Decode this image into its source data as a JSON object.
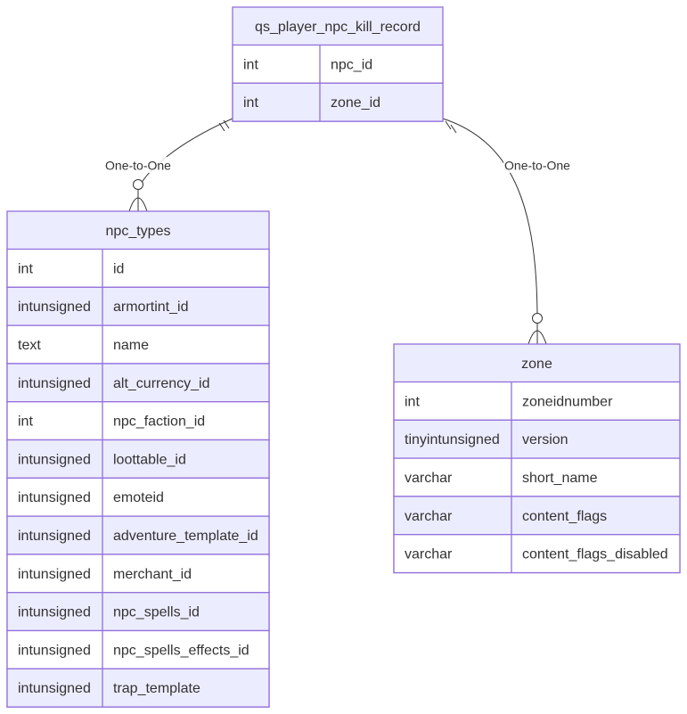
{
  "entities": [
    {
      "id": "qs_player_npc_kill_record",
      "name": "qs_player_npc_kill_record",
      "attributes": [
        {
          "type": "int",
          "name": "npc_id"
        },
        {
          "type": "int",
          "name": "zone_id"
        }
      ]
    },
    {
      "id": "npc_types",
      "name": "npc_types",
      "attributes": [
        {
          "type": "int",
          "name": "id"
        },
        {
          "type": "intunsigned",
          "name": "armortint_id"
        },
        {
          "type": "text",
          "name": "name"
        },
        {
          "type": "intunsigned",
          "name": "alt_currency_id"
        },
        {
          "type": "int",
          "name": "npc_faction_id"
        },
        {
          "type": "intunsigned",
          "name": "loottable_id"
        },
        {
          "type": "intunsigned",
          "name": "emoteid"
        },
        {
          "type": "intunsigned",
          "name": "adventure_template_id"
        },
        {
          "type": "intunsigned",
          "name": "merchant_id"
        },
        {
          "type": "intunsigned",
          "name": "npc_spells_id"
        },
        {
          "type": "intunsigned",
          "name": "npc_spells_effects_id"
        },
        {
          "type": "intunsigned",
          "name": "trap_template"
        }
      ]
    },
    {
      "id": "zone",
      "name": "zone",
      "attributes": [
        {
          "type": "int",
          "name": "zoneidnumber"
        },
        {
          "type": "tinyintunsigned",
          "name": "version"
        },
        {
          "type": "varchar",
          "name": "short_name"
        },
        {
          "type": "varchar",
          "name": "content_flags"
        },
        {
          "type": "varchar",
          "name": "content_flags_disabled"
        }
      ]
    }
  ],
  "relationships": [
    {
      "from": "qs_player_npc_kill_record",
      "to": "npc_types",
      "label": "One-to-One",
      "from_cardinality": "exactly-one",
      "to_cardinality": "zero-or-more"
    },
    {
      "from": "qs_player_npc_kill_record",
      "to": "zone",
      "label": "One-to-One",
      "from_cardinality": "exactly-one",
      "to_cardinality": "zero-or-more"
    }
  ],
  "colors": {
    "entity_fill": "#ECECFF",
    "row_alt_fill": "#ffffff",
    "border": "#9370DB",
    "text": "#333333",
    "line": "#333333"
  }
}
